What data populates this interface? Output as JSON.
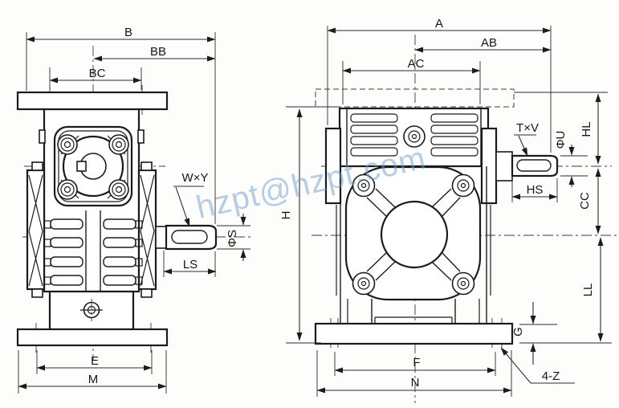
{
  "drawing": {
    "title": "worm-gear-reducer-dimension-drawing",
    "watermark": "hzpt@hzpt.com",
    "colors": {
      "line": "#1b1b1b",
      "watermark": "#6f9fcc",
      "background": "#fdfdfc"
    },
    "labels": {
      "front": {
        "b": "B",
        "bb": "BB",
        "bc": "BC",
        "wxy": "W×Y",
        "phis": "ΦS",
        "ls": "LS",
        "e": "E",
        "m": "M"
      },
      "side": {
        "a": "A",
        "ab": "AB",
        "ac": "AC",
        "txv": "T×V",
        "phiu": "ΦU",
        "hl": "HL",
        "hs": "HS",
        "cc": "CC",
        "ll": "LL",
        "g": "G",
        "h": "H",
        "f": "F",
        "n": "N",
        "z4": "4-Z"
      }
    }
  }
}
